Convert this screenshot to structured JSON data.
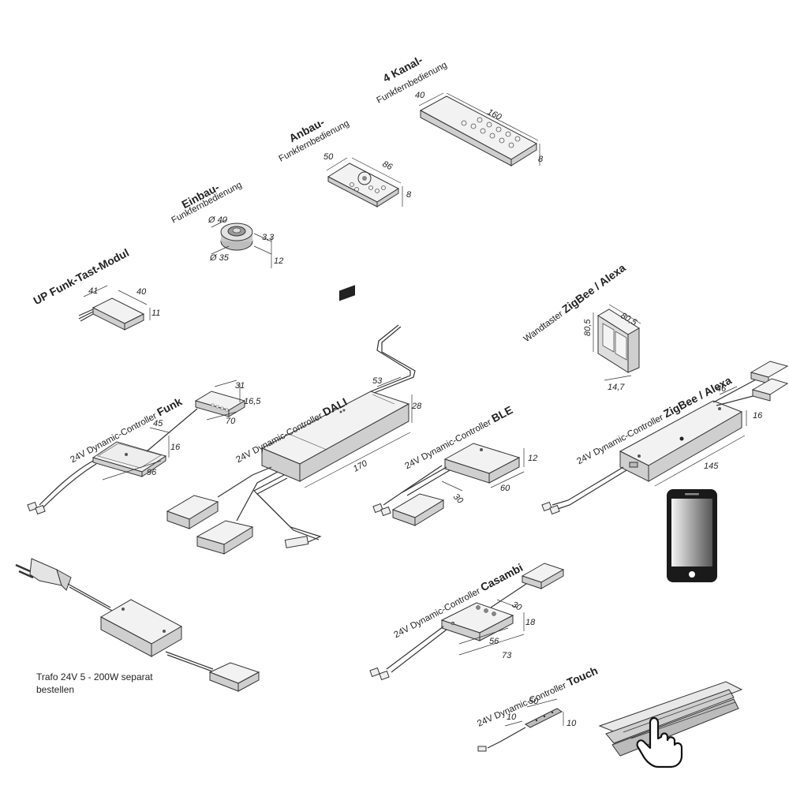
{
  "labels": {
    "kanal4_line1": "4 Kanal-",
    "kanal4_line2": "Funkfernbedienung",
    "anbau_line1": "Anbau-",
    "anbau_line2": "Funkfernbedienung",
    "einbau_line1": "Einbau-",
    "einbau_line2": "Funkfernbedienung",
    "up_funk": "UP Funk-Tast-Modul",
    "wandtaster_prefix": "Wandtaster",
    "wandtaster_bold": "ZigBee / Alexa",
    "ctrl_prefix": "24V Dynamic-Controller",
    "ctrl_funk": "Funk",
    "ctrl_dali": "DALI",
    "ctrl_ble": "BLE",
    "ctrl_zigbee": "ZigBee / Alexa",
    "ctrl_casambi": "Casambi",
    "ctrl_touch": "Touch",
    "trafo_line1": "Trafo 24V 5 - 200W separat",
    "trafo_line2": "bestellen"
  },
  "dimensions": {
    "kanal4": [
      "40",
      "160",
      "8"
    ],
    "anbau": [
      "50",
      "86",
      "8"
    ],
    "einbau": [
      "Ø 40",
      "3,3",
      "Ø 35",
      "12"
    ],
    "up_funk": [
      "41",
      "40",
      "11"
    ],
    "wandtaster": [
      "80,5",
      "80,5",
      "14,7"
    ],
    "funk": [
      "31",
      "16,5",
      "70",
      "45",
      "16",
      "96"
    ],
    "dali": [
      "53",
      "28",
      "170"
    ],
    "ble": [
      "12",
      "60",
      "30"
    ],
    "zigbee": [
      "46",
      "16",
      "145"
    ],
    "casambi": [
      "30",
      "18",
      "56",
      "73"
    ],
    "touch": [
      "50",
      "10",
      "10"
    ]
  },
  "icons": [
    "smartphone-icon",
    "hand-pointer-icon",
    "euro-plug-icon"
  ]
}
